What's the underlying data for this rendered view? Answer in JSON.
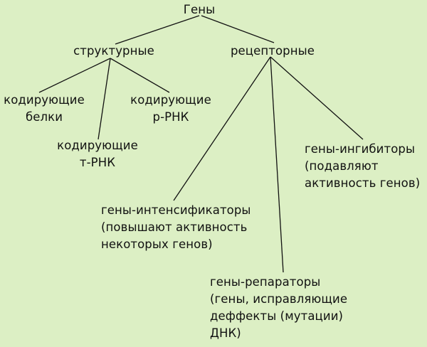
{
  "diagram": {
    "colors": {
      "background": "#dcefc4",
      "ink": "#111111"
    },
    "root": {
      "lines": [
        "Гены"
      ]
    },
    "structural": {
      "lines": [
        "структурные"
      ]
    },
    "receptor": {
      "lines": [
        "рецепторные"
      ]
    },
    "coding_proteins": {
      "lines": [
        "кодирующие",
        "белки"
      ]
    },
    "coding_trna": {
      "lines": [
        "кодирующие",
        "т-РНК"
      ]
    },
    "coding_rrna": {
      "lines": [
        "кодирующие",
        "р-РНК"
      ]
    },
    "inhibitors": {
      "lines": [
        "гены-ингибиторы",
        "(подавляют",
        "активность генов)"
      ]
    },
    "intensifiers": {
      "lines": [
        "гены-интенсификаторы",
        "(повышают активность",
        "некоторых генов)"
      ]
    },
    "repairers": {
      "lines": [
        "гены-репараторы",
        "(гены, исправляющие",
        "деффекты (мутации)",
        "ДНК)"
      ]
    }
  }
}
